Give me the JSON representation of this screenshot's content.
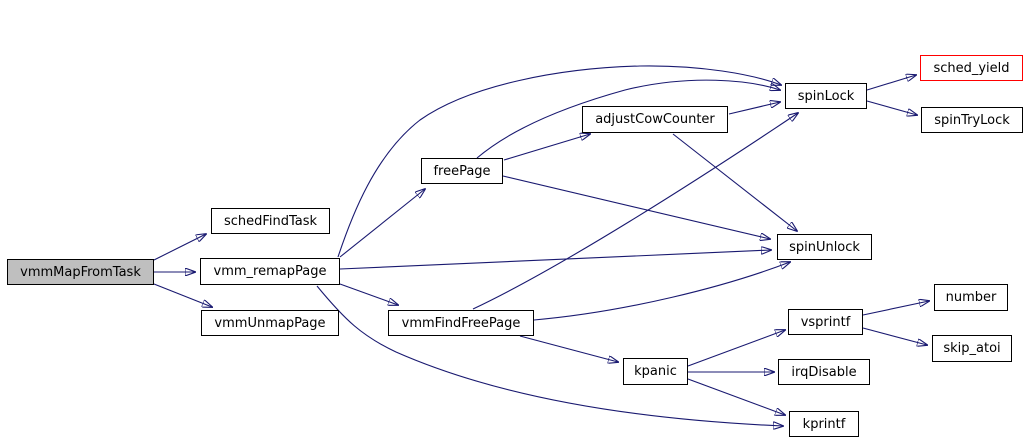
{
  "diagram": {
    "type": "doxygen-call-graph",
    "root_function": "vmmMapFromTask",
    "colors": {
      "edge": "#191970",
      "node_border": "#000000",
      "node_fill": "#ffffff",
      "node_text": "#000000",
      "root_fill": "#bfbfbf",
      "highlight_border": "#ff0000",
      "background": "#ffffff"
    },
    "nodes": [
      {
        "id": "vmmMapFromTask",
        "label": "vmmMapFromTask",
        "style": "root"
      },
      {
        "id": "schedFindTask",
        "label": "schedFindTask",
        "style": "normal"
      },
      {
        "id": "vmm_remapPage",
        "label": "vmm_remapPage",
        "style": "normal"
      },
      {
        "id": "vmmUnmapPage",
        "label": "vmmUnmapPage",
        "style": "normal"
      },
      {
        "id": "freePage",
        "label": "freePage",
        "style": "normal"
      },
      {
        "id": "adjustCowCounter",
        "label": "adjustCowCounter",
        "style": "normal"
      },
      {
        "id": "vmmFindFreePage",
        "label": "vmmFindFreePage",
        "style": "normal"
      },
      {
        "id": "spinLock",
        "label": "spinLock",
        "style": "normal"
      },
      {
        "id": "sched_yield",
        "label": "sched_yield",
        "style": "highlight"
      },
      {
        "id": "spinTryLock",
        "label": "spinTryLock",
        "style": "normal"
      },
      {
        "id": "spinUnlock",
        "label": "spinUnlock",
        "style": "normal"
      },
      {
        "id": "vsprintf",
        "label": "vsprintf",
        "style": "normal"
      },
      {
        "id": "number",
        "label": "number",
        "style": "normal"
      },
      {
        "id": "skip_atoi",
        "label": "skip_atoi",
        "style": "normal"
      },
      {
        "id": "kpanic",
        "label": "kpanic",
        "style": "normal"
      },
      {
        "id": "irqDisable",
        "label": "irqDisable",
        "style": "normal"
      },
      {
        "id": "kprintf",
        "label": "kprintf",
        "style": "normal"
      }
    ],
    "edges": [
      {
        "from": "vmmMapFromTask",
        "to": "schedFindTask"
      },
      {
        "from": "vmmMapFromTask",
        "to": "vmm_remapPage"
      },
      {
        "from": "vmmMapFromTask",
        "to": "vmmUnmapPage"
      },
      {
        "from": "vmm_remapPage",
        "to": "spinLock"
      },
      {
        "from": "vmm_remapPage",
        "to": "freePage"
      },
      {
        "from": "vmm_remapPage",
        "to": "spinUnlock"
      },
      {
        "from": "vmm_remapPage",
        "to": "vmmFindFreePage"
      },
      {
        "from": "vmm_remapPage",
        "to": "kprintf"
      },
      {
        "from": "freePage",
        "to": "spinLock"
      },
      {
        "from": "freePage",
        "to": "adjustCowCounter"
      },
      {
        "from": "freePage",
        "to": "spinUnlock"
      },
      {
        "from": "adjustCowCounter",
        "to": "spinLock"
      },
      {
        "from": "adjustCowCounter",
        "to": "spinUnlock"
      },
      {
        "from": "vmmFindFreePage",
        "to": "spinLock"
      },
      {
        "from": "vmmFindFreePage",
        "to": "spinUnlock"
      },
      {
        "from": "vmmFindFreePage",
        "to": "kpanic"
      },
      {
        "from": "spinLock",
        "to": "sched_yield"
      },
      {
        "from": "spinLock",
        "to": "spinTryLock"
      },
      {
        "from": "kpanic",
        "to": "vsprintf"
      },
      {
        "from": "kpanic",
        "to": "irqDisable"
      },
      {
        "from": "kpanic",
        "to": "kprintf"
      },
      {
        "from": "vsprintf",
        "to": "number"
      },
      {
        "from": "vsprintf",
        "to": "skip_atoi"
      }
    ]
  }
}
